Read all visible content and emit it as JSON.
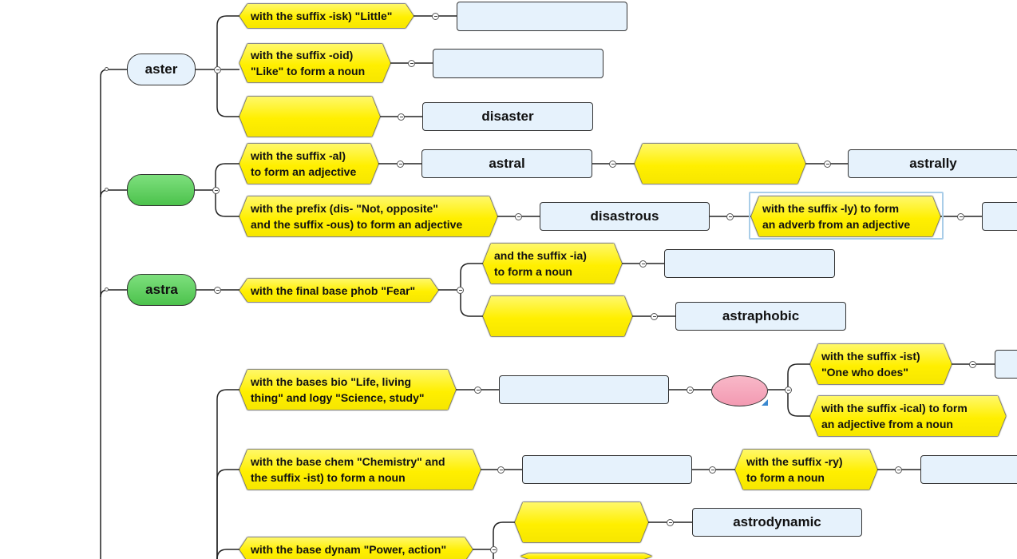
{
  "diagram": {
    "roots": {
      "aster": "aster",
      "astra": "astra",
      "unlabeled_root": ""
    },
    "branches": {
      "aster_isk": [
        "with the suffix -isk) \"Little\""
      ],
      "aster_oid": [
        "with the suffix -oid)",
        "\"Like\" to form a noun"
      ],
      "aster_blank": [
        ""
      ],
      "disaster": "disaster",
      "aster_isk_answer": "",
      "aster_oid_answer": "",
      "al": [
        "with the suffix -al)",
        "to form an adjective"
      ],
      "astral": "astral",
      "astral_blank": [
        ""
      ],
      "astrally": "astrally",
      "dis_ous": [
        "with the prefix (dis-  \"Not, opposite\"",
        "and the suffix -ous) to form an adjective"
      ],
      "disastrous": "disastrous",
      "ly": [
        "with the suffix -ly) to form",
        "an adverb from an adjective"
      ],
      "ly_answer": "",
      "phob": [
        "with the final base phob \"Fear\""
      ],
      "ia": [
        "and the suffix -ia)",
        "to form a noun"
      ],
      "ia_answer": "",
      "phob_blank": [
        ""
      ],
      "astraphobic": "astraphobic",
      "bio_logy": [
        "with the bases bio \"Life, living",
        "thing\" and  logy \"Science, study\""
      ],
      "bio_logy_answer": "",
      "ist_one": [
        "with the suffix -ist)",
        "\"One who does\""
      ],
      "ist_one_answer": "",
      "ical": [
        "with the suffix -ical) to form",
        "an adjective from a noun"
      ],
      "chem": [
        "with the base chem \"Chemistry\" and",
        "the suffix -ist) to form a noun"
      ],
      "chem_answer": "",
      "ry": [
        "with the suffix -ry)",
        "to form a noun"
      ],
      "ry_answer": "",
      "dynam": [
        "with the base dynam \"Power, action\""
      ],
      "dynam_blank": [
        ""
      ],
      "astrodynamic": "astrodynamic",
      "dynam_blank_2": [
        ""
      ]
    }
  }
}
